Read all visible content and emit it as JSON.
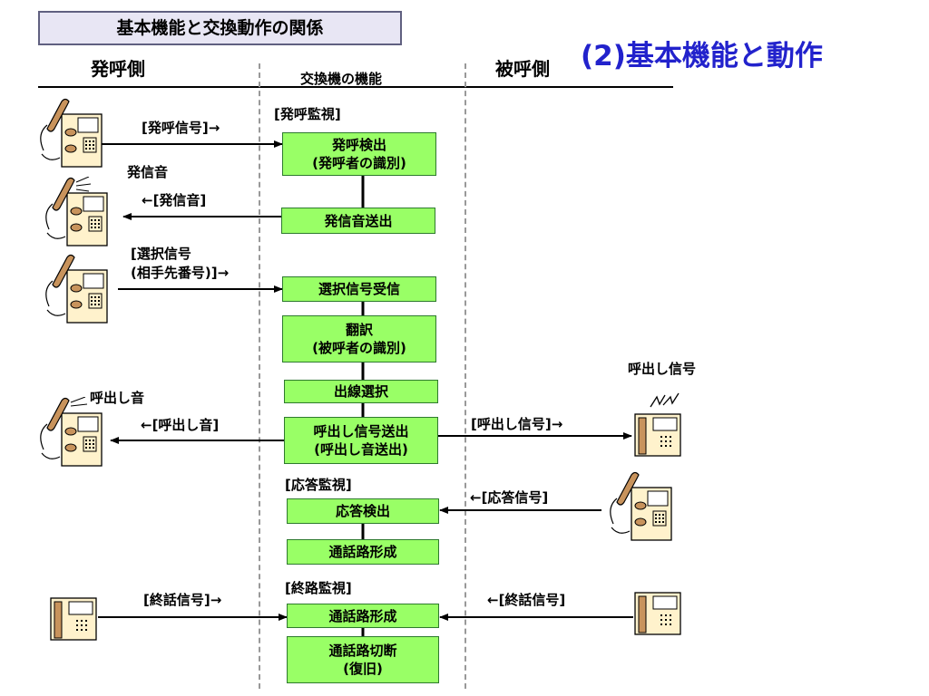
{
  "header": {
    "box_title": "基本機能と交換動作の関係",
    "main_title": "(2)基本機能と動作"
  },
  "columns": {
    "caller": "発呼側",
    "exchange": "交換機の機能",
    "callee": "被呼側"
  },
  "boxes": {
    "b1": [
      "発呼検出",
      "(発呼者の識別)"
    ],
    "b2": "発信音送出",
    "b3": "選択信号受信",
    "b4": [
      "翻訳",
      "(被呼者の識別)"
    ],
    "b5": "出線選択",
    "b6": [
      "呼出し信号送出",
      "(呼出し音送出)"
    ],
    "b7": "応答検出",
    "b8": "通話路形成",
    "b9": "通話路形成",
    "b10": [
      "通話路切断",
      "(復旧)"
    ]
  },
  "labels": {
    "monitor_call": "[発呼監視]",
    "monitor_answer": "[応答監視]",
    "monitor_end": "[終路監視]",
    "sig_call": "[発呼信号]→",
    "dial_tone_caption": "発信音",
    "sig_dial_tone": "←[発信音]",
    "sig_select": [
      "[選択信号",
      "(相手先番号)]→"
    ],
    "ringback_caption": "呼出し音",
    "sig_ringback": "←[呼出し音]",
    "ring_caption": "呼出し信号",
    "sig_ring": "[呼出し信号]→",
    "sig_answer": "←[応答信号]",
    "sig_end_left": "[終話信号]→",
    "sig_end_right": "←[終話信号]"
  },
  "colors": {
    "box_fill": "#99ff66",
    "title_blue": "#2222cc",
    "phone_body": "#fff2cc",
    "handset": "#c8935c"
  }
}
